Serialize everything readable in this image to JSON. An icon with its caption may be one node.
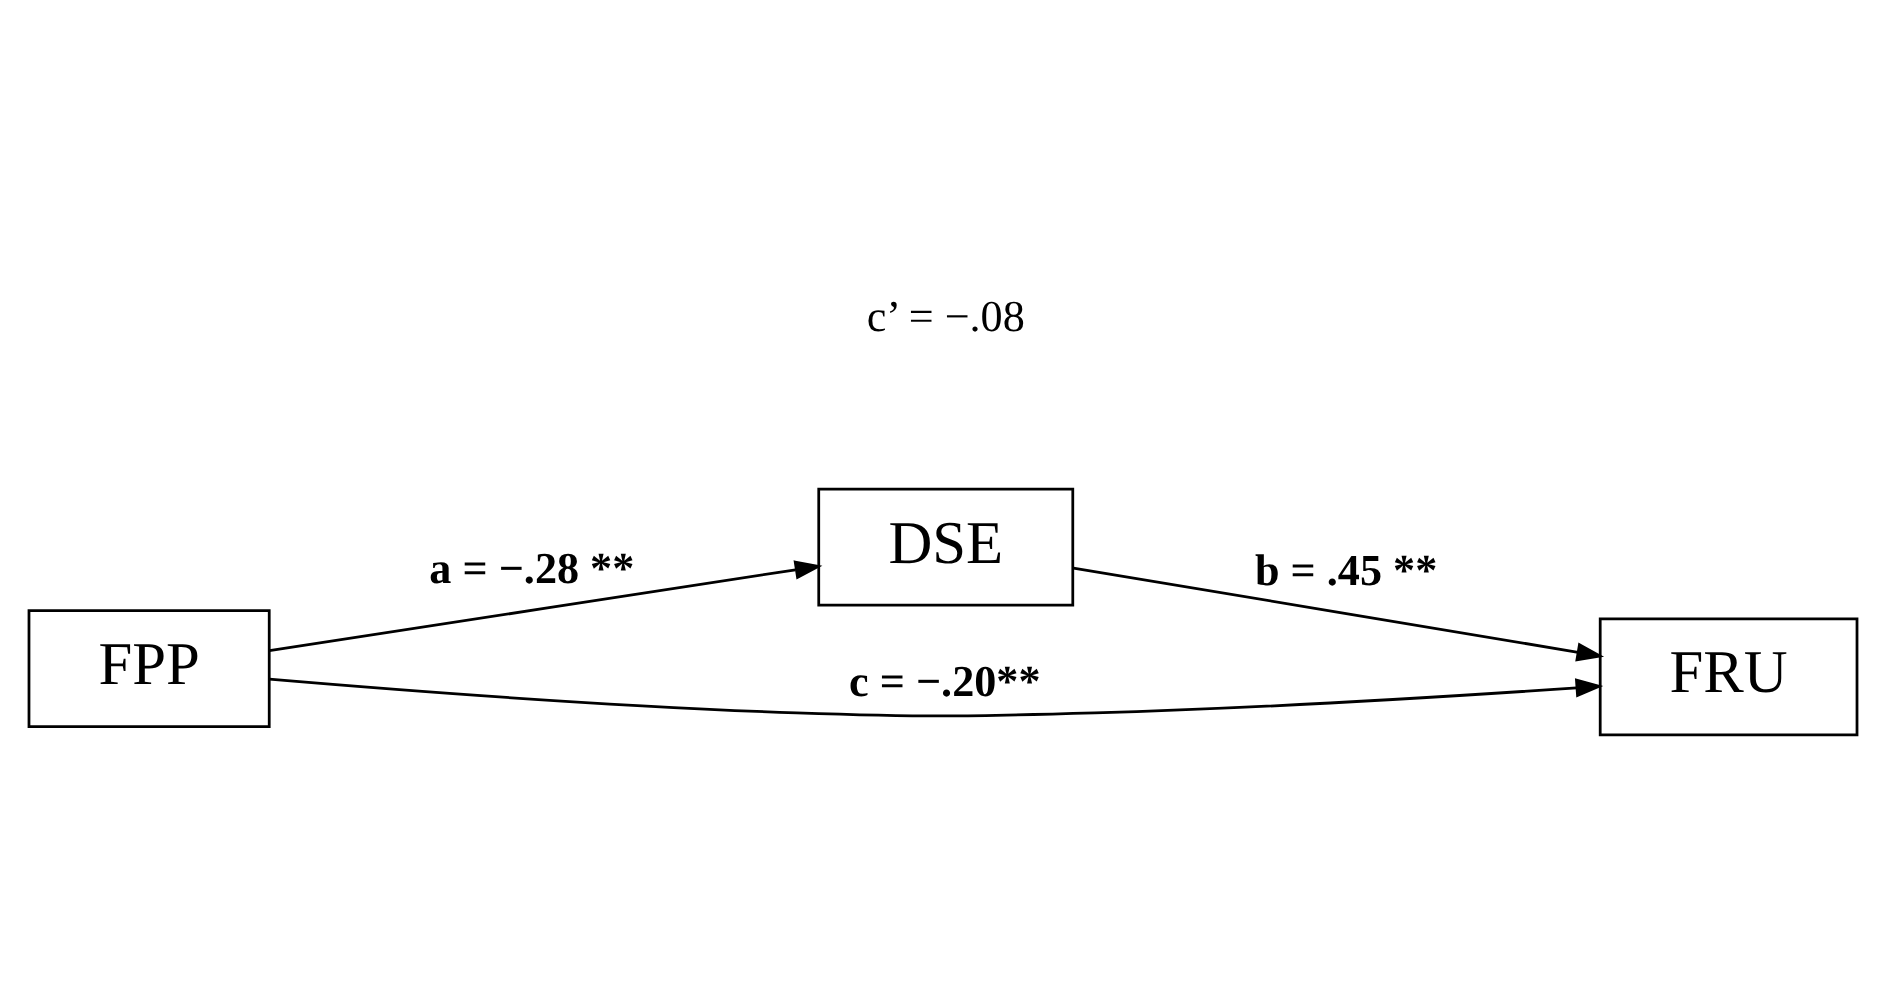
{
  "diagram": {
    "nodes": [
      {
        "text": [
          "DSE"
        ]
      },
      {
        "text": [
          "FPP"
        ]
      },
      {
        "text": [
          "FRU"
        ]
      }
    ],
    "edges": [
      {
        "from": 1,
        "to": 0,
        "arrow": "to",
        "label": "a = −.28 **"
      },
      {
        "from": 0,
        "to": 2,
        "arrow": "to",
        "label": "b = .45 **"
      },
      {
        "from": 1,
        "to": 2,
        "arrow": "to",
        "label": "c = −.20**"
      }
    ],
    "labels": [
      "c’ = −.08"
    ]
  }
}
